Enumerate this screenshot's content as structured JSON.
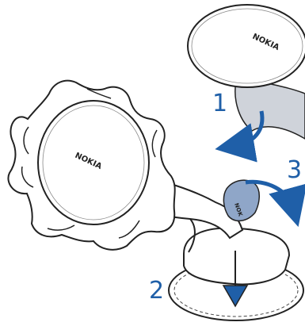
{
  "illustration": {
    "brand_text_disc": "NOKIA",
    "brand_text_holder": "NOKIA",
    "brand_text_lever": "NOK"
  },
  "steps": [
    {
      "number": "1"
    },
    {
      "number": "2"
    },
    {
      "number": "3"
    }
  ],
  "colors": {
    "outline": "#222222",
    "fill": "#ffffff",
    "accent_blue": "#1f5fa8",
    "film_grey": "#cfd3da",
    "lever_blue": "#8fa6c8"
  }
}
